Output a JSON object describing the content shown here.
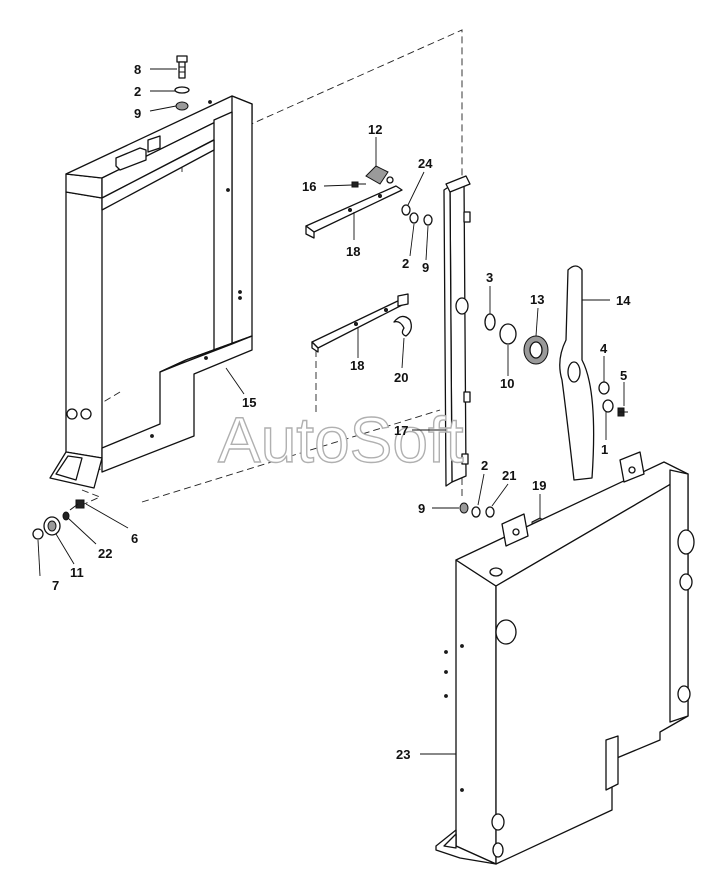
{
  "watermark": "AutoSoft",
  "callouts": [
    {
      "id": "c-8",
      "label": "8"
    },
    {
      "id": "c-2a",
      "label": "2"
    },
    {
      "id": "c-9a",
      "label": "9"
    },
    {
      "id": "c-12",
      "label": "12"
    },
    {
      "id": "c-24",
      "label": "24"
    },
    {
      "id": "c-16",
      "label": "16"
    },
    {
      "id": "c-18a",
      "label": "18"
    },
    {
      "id": "c-2b",
      "label": "2"
    },
    {
      "id": "c-9b",
      "label": "9"
    },
    {
      "id": "c-3",
      "label": "3"
    },
    {
      "id": "c-13",
      "label": "13"
    },
    {
      "id": "c-14",
      "label": "14"
    },
    {
      "id": "c-4",
      "label": "4"
    },
    {
      "id": "c-5",
      "label": "5"
    },
    {
      "id": "c-10",
      "label": "10"
    },
    {
      "id": "c-18b",
      "label": "18"
    },
    {
      "id": "c-20",
      "label": "20"
    },
    {
      "id": "c-15",
      "label": "15"
    },
    {
      "id": "c-17",
      "label": "17"
    },
    {
      "id": "c-1",
      "label": "1"
    },
    {
      "id": "c-2c",
      "label": "2"
    },
    {
      "id": "c-21",
      "label": "21"
    },
    {
      "id": "c-19",
      "label": "19"
    },
    {
      "id": "c-9c",
      "label": "9"
    },
    {
      "id": "c-6",
      "label": "6"
    },
    {
      "id": "c-22",
      "label": "22"
    },
    {
      "id": "c-7",
      "label": "7"
    },
    {
      "id": "c-11",
      "label": "11"
    },
    {
      "id": "c-23",
      "label": "23"
    }
  ]
}
